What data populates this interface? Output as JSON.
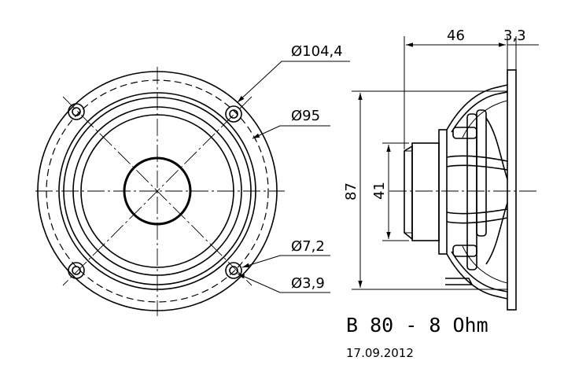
{
  "front_view": {
    "diameters": {
      "outer": "Ø104,4",
      "bolt_circle": "Ø95",
      "hole": "Ø7,2",
      "hole_inner": "Ø3,9"
    }
  },
  "side_view": {
    "depth": "46",
    "flange_thickness": "3,3",
    "height": "87",
    "magnet": "41"
  },
  "title": "B 80 - 8 Ohm",
  "date": "17.09.2012"
}
